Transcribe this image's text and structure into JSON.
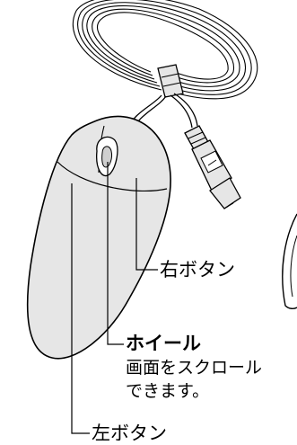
{
  "colors": {
    "mouse_body": "#e6e6e6",
    "outline": "#000000",
    "background": "#ffffff"
  },
  "labels": {
    "right_button": "右ボタン",
    "wheel": "ホイール",
    "wheel_desc_line1": "画面をスクロール",
    "wheel_desc_line2": "できます。",
    "left_button": "左ボタン"
  },
  "icons": {
    "mouse": "usb-mouse-illustration",
    "cable": "coiled-cable",
    "connector": "usb-connector"
  }
}
